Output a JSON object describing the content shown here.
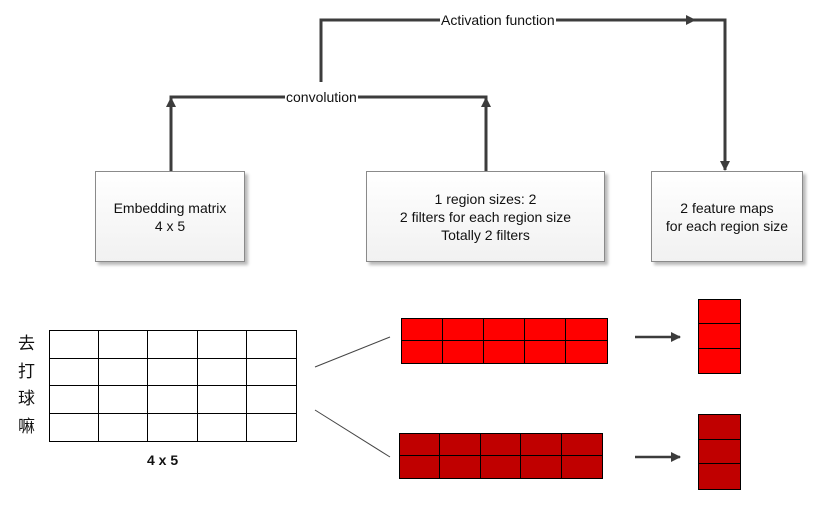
{
  "colors": {
    "line": "#3c3c3c",
    "map_bright": "#ff0000",
    "map_dark": "#c00000",
    "feature_bright": "#ff0000",
    "feature_dark": "#c00000",
    "grid_line": "#000000"
  },
  "edges": {
    "activation": "Activation function",
    "convolution": "convolution"
  },
  "boxes": {
    "embedding": {
      "line1": "Embedding matrix",
      "line2": "4 x 5"
    },
    "regions": {
      "line1": "1 region sizes: 2",
      "line2": "2 filters for each region size",
      "line3": "Totally 2 filters"
    },
    "features": {
      "line1": "2 feature maps",
      "line2": "for each region size"
    }
  },
  "matrix": {
    "rows": 4,
    "cols": 5,
    "words": [
      "去",
      "打",
      "球",
      "嘛"
    ],
    "dim_label": "4 x 5"
  },
  "filter_maps": {
    "top": {
      "rows": 2,
      "cols": 5,
      "color": "#ff0000"
    },
    "bottom": {
      "rows": 2,
      "cols": 5,
      "color": "#c00000"
    }
  },
  "feature_maps": {
    "top": {
      "rows": 3,
      "cols": 1,
      "color": "#ff0000"
    },
    "bottom": {
      "rows": 3,
      "cols": 1,
      "color": "#c00000"
    }
  }
}
